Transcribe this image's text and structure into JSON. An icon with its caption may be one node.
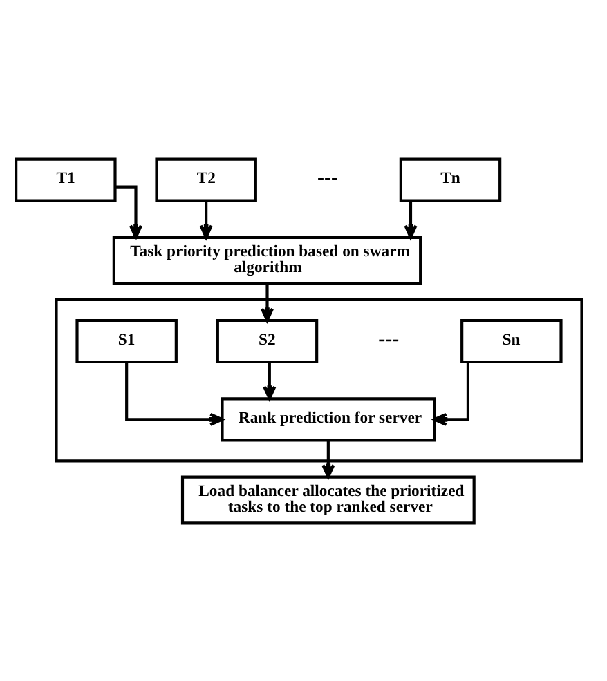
{
  "diagram": {
    "nodes": [
      {
        "text": [
          "T1"
        ]
      },
      {
        "text": [
          "T2"
        ]
      },
      {
        "text": [
          "Tn"
        ]
      },
      {
        "text": [
          "Task priority prediction based on swarm algorithm"
        ]
      },
      {
        "text": [],
        "shape": "box"
      },
      {
        "text": [
          "S1"
        ],
        "in": 4
      },
      {
        "text": [
          "S2"
        ],
        "in": 4
      },
      {
        "text": [
          "Sn"
        ],
        "in": 4
      },
      {
        "text": [
          "Rank prediction for server"
        ],
        "in": 4
      },
      {
        "text": [
          "Load balancer allocates the prioritized tasks to the top ranked server"
        ]
      }
    ],
    "edges": [
      {
        "from": 0,
        "to": 3,
        "arrow": "to"
      },
      {
        "from": 1,
        "to": 3,
        "arrow": "to"
      },
      {
        "from": 2,
        "to": 3,
        "arrow": "to"
      },
      {
        "from": 3,
        "to": 6,
        "arrow": "to"
      },
      {
        "from": 5,
        "to": 8,
        "arrow": "to"
      },
      {
        "from": 6,
        "to": 8,
        "arrow": "to"
      },
      {
        "from": 7,
        "to": 8,
        "arrow": "to"
      },
      {
        "from": 8,
        "to": 9,
        "arrow": "to"
      }
    ],
    "labels": [
      "---",
      "---"
    ]
  }
}
